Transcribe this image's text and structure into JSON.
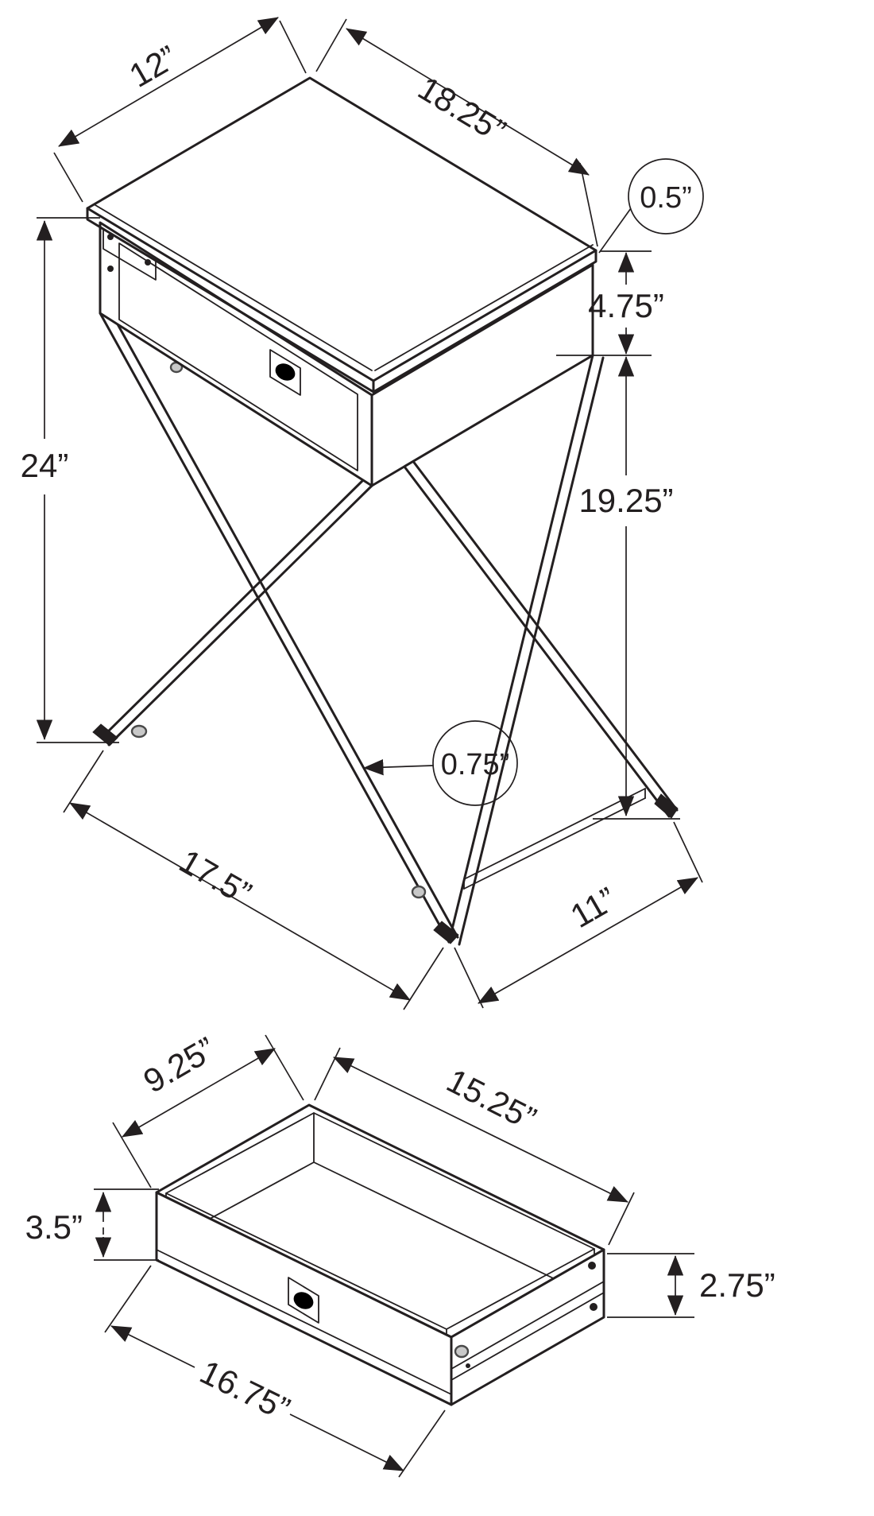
{
  "page": {
    "background_color": "#ffffff",
    "line_color": "#231f20",
    "description": "Two isometric technical line drawings with dimension annotations: an X-frame accent side table (top) and its drawer (bottom)."
  },
  "table_drawing": {
    "name": "x-frame-accent-table-isometric",
    "dims": {
      "top_depth": "12”",
      "top_width": "18.25”",
      "top_thickness": "0.5”",
      "cabinet_height": "4.75”",
      "overall_height": "24”",
      "leg_height": "19.25”",
      "leg_tube_thickness": "0.75”",
      "base_depth": "17.5”",
      "base_width": "11”"
    }
  },
  "drawer_drawing": {
    "name": "drawer-isometric",
    "dims": {
      "inner_depth": "9.25”",
      "inner_width": "15.25”",
      "front_height": "3.5”",
      "side_height": "2.75”",
      "front_width": "16.75”"
    }
  }
}
